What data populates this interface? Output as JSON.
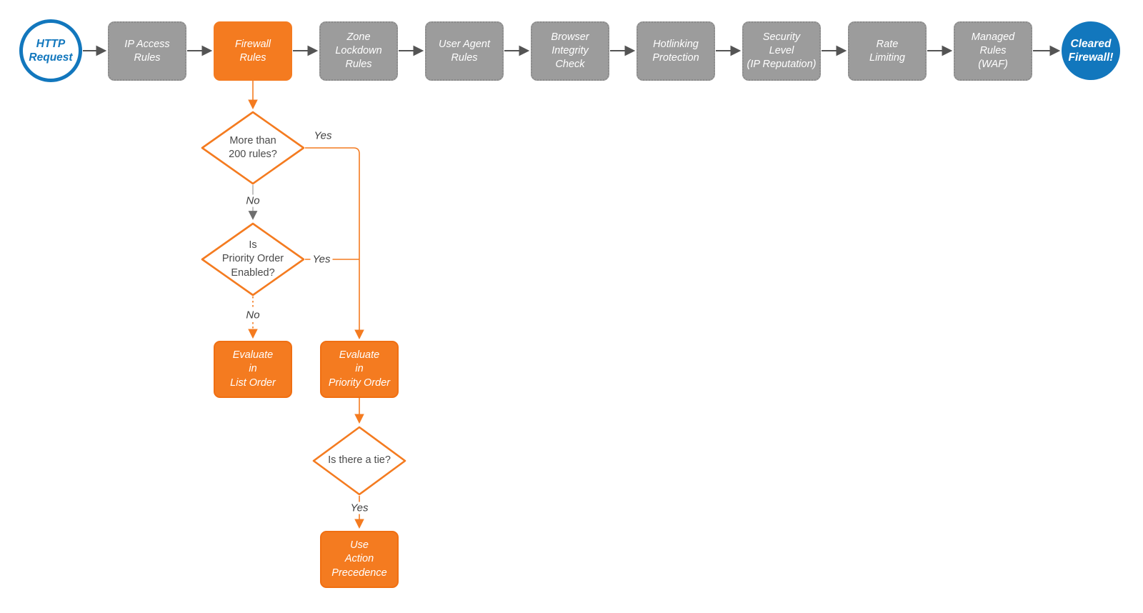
{
  "colors": {
    "accent_orange": "#F47B20",
    "accent_blue": "#1277BD",
    "node_gray": "#9C9C9C",
    "edge_gray": "#545454",
    "node_text": "#FFFFFF",
    "decision_text": "#4A4A4A"
  },
  "flow": {
    "start": {
      "label": "HTTP\nRequest"
    },
    "steps": [
      {
        "label": "IP Access\nRules"
      },
      {
        "label": "Firewall\nRules"
      },
      {
        "label": "Zone\nLockdown\nRules"
      },
      {
        "label": "User Agent\nRules"
      },
      {
        "label": "Browser\nIntegrity\nCheck"
      },
      {
        "label": "Hotlinking\nProtection"
      },
      {
        "label": "Security\nLevel\n(IP Reputation)"
      },
      {
        "label": "Rate\nLimiting"
      },
      {
        "label": "Managed\nRules\n(WAF)"
      }
    ],
    "end": {
      "label": "Cleared\nFirewall!"
    },
    "decisions": [
      {
        "label": "More than\n200 rules?",
        "yes": "Yes",
        "no": "No"
      },
      {
        "label": "Is\nPriority Order\nEnabled?",
        "yes": "Yes",
        "no": "No"
      },
      {
        "label": "Is there a tie?",
        "yes": "Yes"
      }
    ],
    "actions": [
      {
        "label": "Evaluate\nin\nList Order"
      },
      {
        "label": "Evaluate\nin\nPriority Order"
      },
      {
        "label": "Use\nAction\nPrecedence"
      }
    ]
  }
}
